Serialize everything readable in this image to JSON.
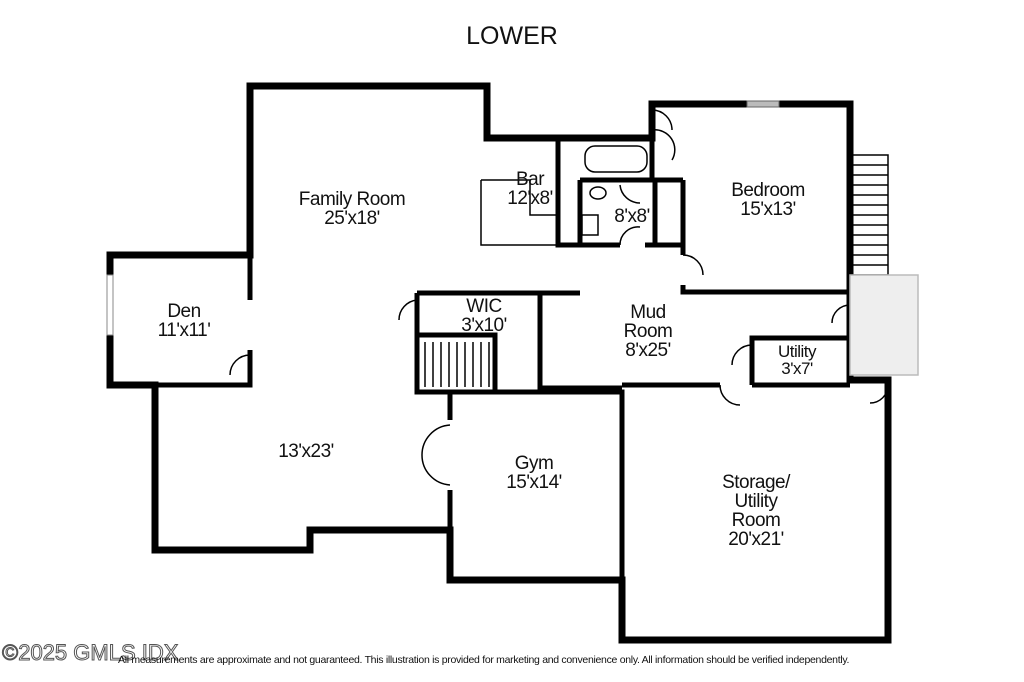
{
  "title": "LOWER",
  "rooms": [
    {
      "name": "Family Room",
      "size": "25'x18'"
    },
    {
      "name": "Bar",
      "size": "12'x8'"
    },
    {
      "name": "",
      "size": "8'x8'"
    },
    {
      "name": "Bedroom",
      "size": "15'x13'"
    },
    {
      "name": "Den",
      "size": "11'x11'"
    },
    {
      "name": "WIC",
      "size": "3'x10'"
    },
    {
      "name": "Mud Room",
      "size": "8'x25'"
    },
    {
      "name": "Utility",
      "size": "3'x7'"
    },
    {
      "name": "",
      "size": "13'x23'"
    },
    {
      "name": "Gym",
      "size": "15'x14'"
    },
    {
      "name": "Storage/ Utility Room",
      "size": "20'x21'"
    }
  ],
  "disclaimer": "All measurements are approximate and not guaranteed.  This illustration is provided for marketing and convenience only.  All information should be verified independently.",
  "watermark": "©2025 GMLS IDX"
}
